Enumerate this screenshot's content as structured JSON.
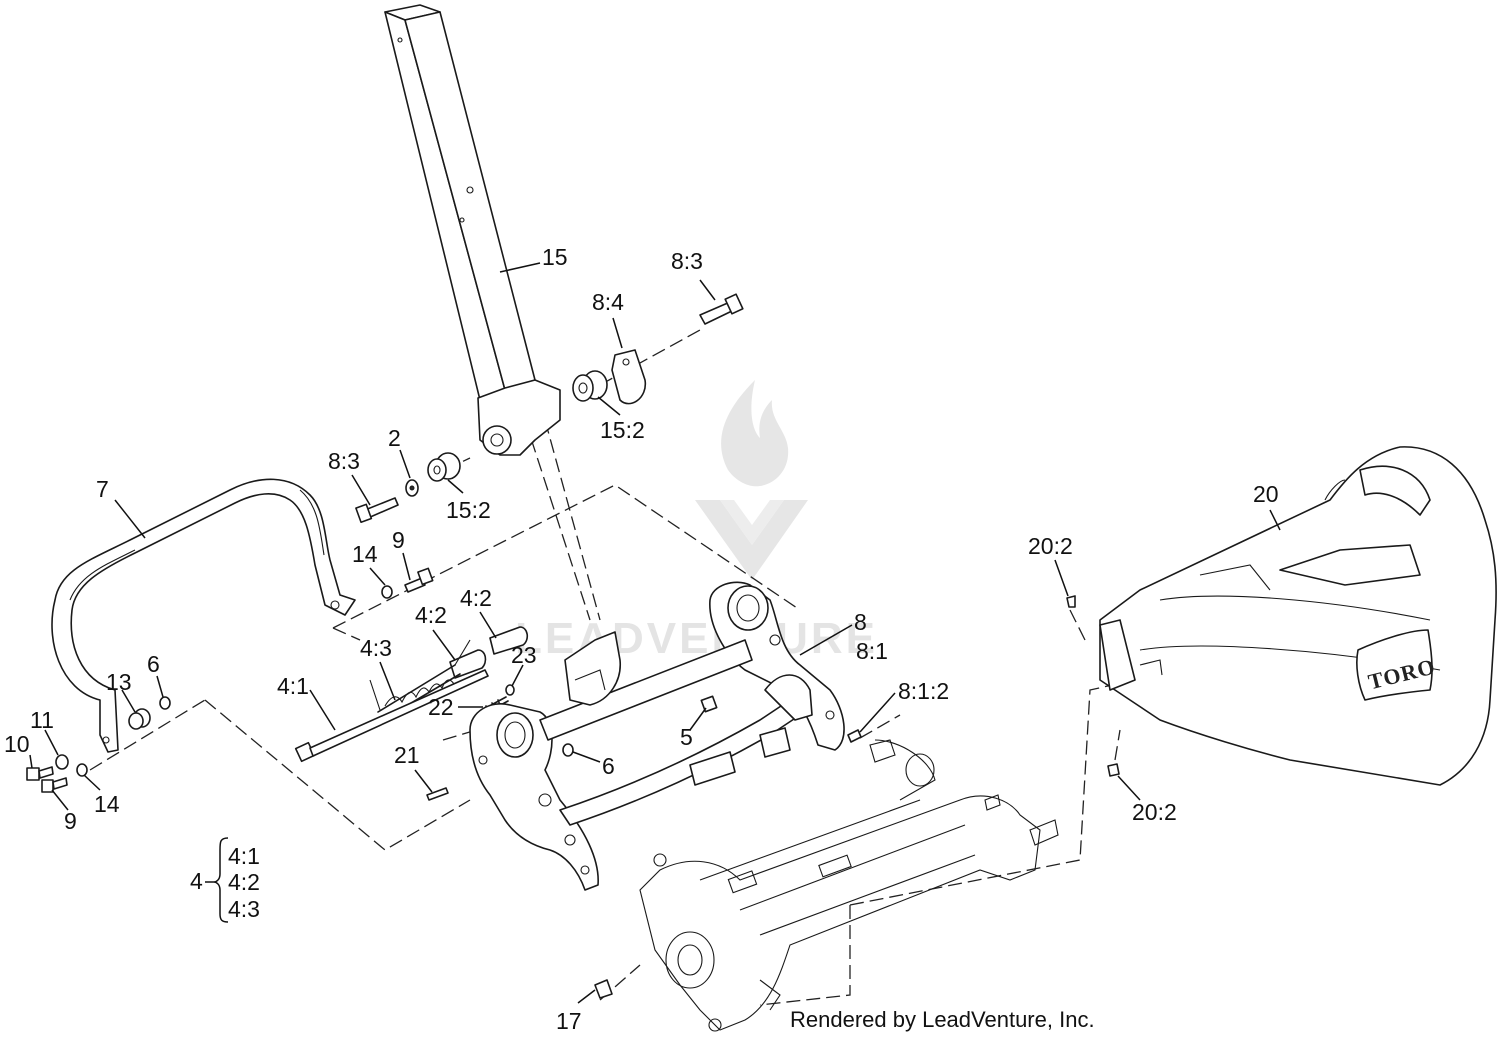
{
  "diagram": {
    "callouts": {
      "c15": "15",
      "c8_3_top": "8:3",
      "c8_4": "8:4",
      "c15_2_right": "15:2",
      "c8_3_left": "8:3",
      "c2": "2",
      "c15_2_left": "15:2",
      "c7": "7",
      "c14_top": "14",
      "c9_top": "9",
      "c4_2_a": "4:2",
      "c4_2_b": "4:2",
      "c4_3": "4:3",
      "c23": "23",
      "c22": "22",
      "c4_1": "4:1",
      "c13": "13",
      "c6_left": "6",
      "c11": "11",
      "c10": "10",
      "c9_bottom": "9",
      "c14_bottom": "14",
      "c8": "8",
      "c8_1": "8:1",
      "c8_1_2": "8:1:2",
      "c5": "5",
      "c6_mid": "6",
      "c21": "21",
      "c20": "20",
      "c20_2_top": "20:2",
      "c20_2_bottom": "20:2",
      "c17": "17"
    },
    "kit": {
      "parent": "4",
      "items": [
        "4:1",
        "4:2",
        "4:3"
      ]
    },
    "decal_text": "TORO",
    "watermark_text": "LEADVENTURE",
    "credit": "Rendered by LeadVenture, Inc."
  }
}
